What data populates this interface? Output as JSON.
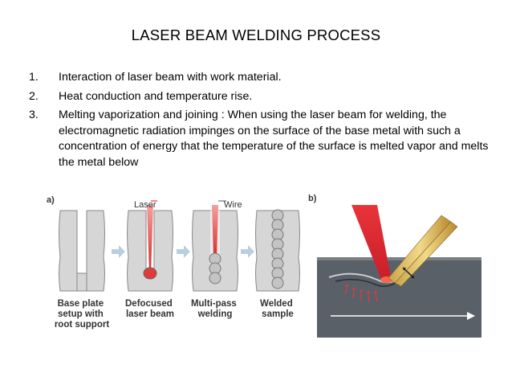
{
  "title": "LASER BEAM WELDING PROCESS",
  "items": [
    {
      "num": "1.",
      "text": "Interaction of laser beam with work material."
    },
    {
      "num": "2.",
      "text": "Heat conduction and temperature rise."
    },
    {
      "num": "3.",
      "text": "Melting vaporization and joining : When using the laser beam for welding, the electromagnetic radiation impinges on the surface of the base metal with such a concentration of energy that the temperature of the surface is melted vapor and melts the metal below"
    }
  ],
  "figure": {
    "panel_a": "a)",
    "panel_b": "b)",
    "laser_tag": "Laser",
    "wire_tag": "Wire",
    "captions": [
      [
        "Base plate",
        "setup with",
        "root support"
      ],
      [
        "Defocused",
        "laser beam"
      ],
      [
        "Multi-pass",
        "welding"
      ],
      [
        "Welded",
        "sample"
      ]
    ]
  },
  "colors": {
    "laser_red": "#e23a3a",
    "plate_gray": "#d6d6d6",
    "plate_edge": "#888888",
    "arrow_blue": "#b8cfe0",
    "metal_dark": "#5a6068"
  }
}
